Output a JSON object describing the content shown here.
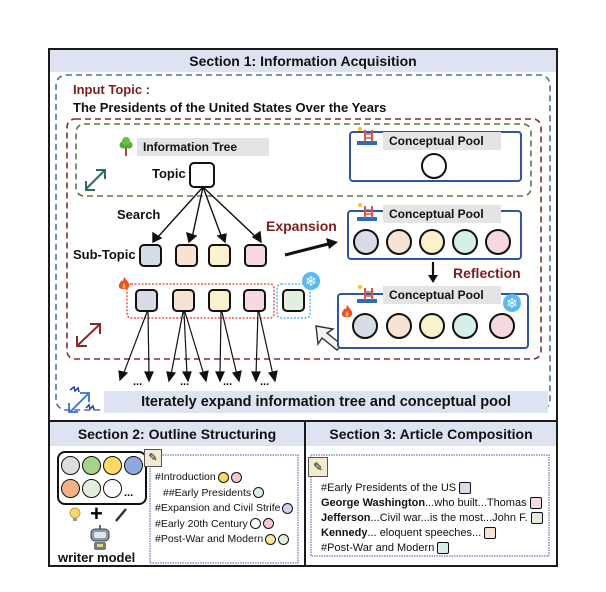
{
  "section1": {
    "title": "Section 1: Information Acquisition",
    "input_topic_label": "Input Topic :",
    "input_topic_value": "The Presidents of the United States Over the Years",
    "info_tree_label": "Information Tree",
    "topic_label": "Topic",
    "search_label": "Search",
    "subtopic_label": "Sub-Topic",
    "expansion_label": "Expansion",
    "reflection_label": "Reflection",
    "pool_label": "Conceptual Pool",
    "ellipsis": "...",
    "footer_label": "Iterately expand information tree and conceptual pool",
    "subtopic_colors": [
      "#d7dce6",
      "#f7e3d3",
      "#fbf1cc",
      "#f5d9de"
    ],
    "frozen_color": "#e2efdc",
    "pool_colors": [
      "#d7dce6",
      "#f7e3d3",
      "#fbf1cc",
      "#d6efea",
      "#f5d9de"
    ],
    "accent_red": "#7f1d1d",
    "accent_blue": "#2f55a4"
  },
  "section2": {
    "title": "Section 2: Outline Structuring",
    "model_label": "writer model",
    "ellipsis": "...",
    "palette": [
      "#dcdcdc",
      "#a9d18e",
      "#ffd966",
      "#8ea9db",
      "#f4b183",
      "#e2efdc",
      "#ffffff"
    ],
    "outline": [
      {
        "text": "#Introduction",
        "indent": false,
        "dots": [
          "#ffd966",
          "#f5c7cf"
        ]
      },
      {
        "text": "##Early Presidents",
        "indent": true,
        "dots": [
          "#d6efea"
        ]
      },
      {
        "text": "#Expansion and Civil Strife",
        "indent": false,
        "dots": [
          "#c9d3ee"
        ]
      },
      {
        "text": "#Early 20th Century",
        "indent": false,
        "dots": [
          "#ffffff",
          "#f5c7cf"
        ]
      },
      {
        "text": "#Post-War and Modern",
        "indent": false,
        "dots": [
          "#ffe699",
          "#e2efdc"
        ]
      }
    ]
  },
  "section3": {
    "title": "Section 3: Article Composition",
    "lines": [
      {
        "bold": "",
        "text": "#Early Presidents of the US",
        "mark": "#d7dce6"
      },
      {
        "bold": "George Washington",
        "text": "...who built...Thomas",
        "mark": "#f5d9de"
      },
      {
        "bold": "Jefferson",
        "text": "...Civil war...is the most...John F.",
        "mark": "#e2efdc"
      },
      {
        "bold": "Kennedy",
        "text": "... eloquent speeches...",
        "mark": "#f7e3d3"
      },
      {
        "bold": "",
        "text": "#Post-War and Modern",
        "mark": "#d6efea"
      }
    ]
  }
}
